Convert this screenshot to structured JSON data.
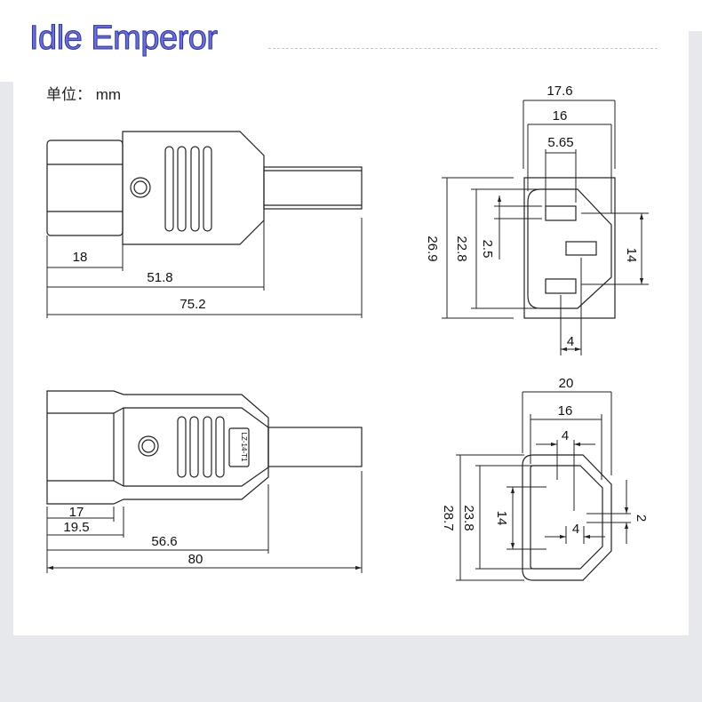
{
  "brand": "Idle Emperor",
  "unit_label": "单位： mm",
  "side_view_top": {
    "dims": [
      "18",
      "51.8",
      "75.2"
    ]
  },
  "front_view_top": {
    "dims": [
      "17.6",
      "16",
      "5.65",
      "26.9",
      "22.8",
      "2.5",
      "14",
      "4"
    ]
  },
  "side_view_bottom": {
    "model_label": "LZ-14-T1",
    "dims": [
      "17",
      "19.5",
      "56.6",
      "80"
    ]
  },
  "front_view_bottom": {
    "dims": [
      "20",
      "16",
      "4",
      "28.7",
      "23.8",
      "14",
      "4",
      "2"
    ]
  }
}
